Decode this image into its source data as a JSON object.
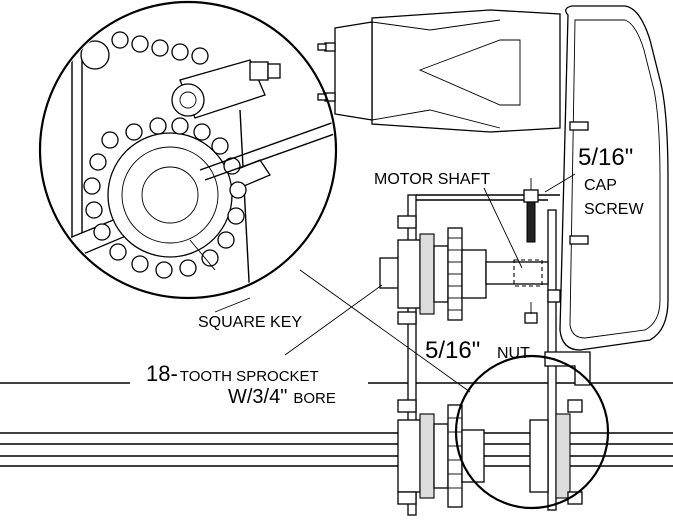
{
  "labels": {
    "cap_screw_size": "5/16\"",
    "cap_screw_line1": "CAP",
    "cap_screw_line2": "SCREW",
    "motor_shaft": "MOTOR SHAFT",
    "square_key": "SQUARE KEY",
    "nut_size": "5/16\"",
    "nut": "NUT",
    "sprocket_line1_num": "18-",
    "sprocket_line1_text": "TOOTH SPROCKET",
    "sprocket_line2_num": "W/3/4\"",
    "sprocket_line2_text": "BORE"
  }
}
